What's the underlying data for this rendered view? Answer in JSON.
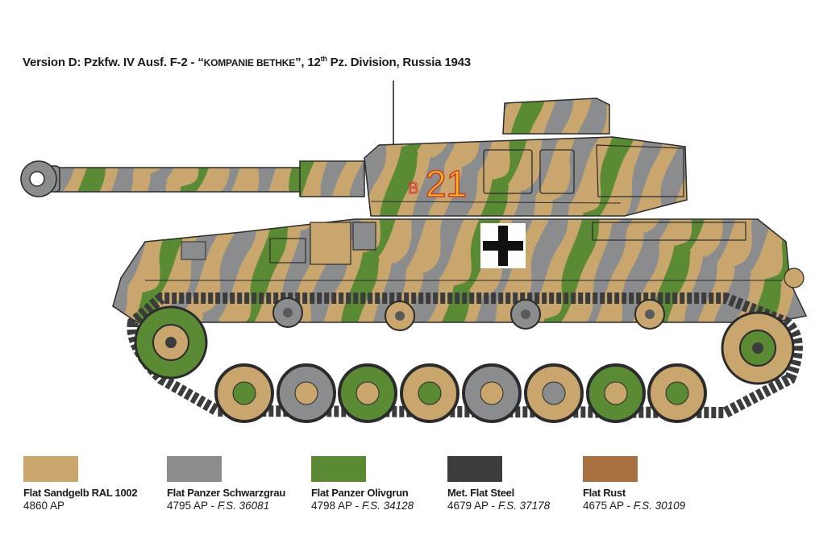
{
  "title": {
    "part1": "Version D: Pzkfw. IV Ausf. F-2 - “",
    "part2": "kompanie bethke",
    "part3": "”, 12",
    "sup": "th",
    "part4": " Pz. Division, Russia 1943"
  },
  "markings": {
    "turret_number": "21",
    "turret_prefix": "B"
  },
  "colors": [
    {
      "name": "Flat Sandgelb RAL  1002",
      "code": "4860 AP",
      "fs_prefix": "",
      "fs": "",
      "hex": "#c9a66e"
    },
    {
      "name": "Flat Panzer Schwarzgrau",
      "code": "4795 AP - ",
      "fs_prefix": "F.S.",
      "fs": " 36081",
      "hex": "#8a8c8e"
    },
    {
      "name": "Flat Panzer Olivgrun",
      "code": "4798 AP - ",
      "fs_prefix": "F.S.",
      "fs": " 34128",
      "hex": "#5a8a34"
    },
    {
      "name": "Met. Flat Steel",
      "code": "4679 AP - ",
      "fs_prefix": "F.S.",
      "fs": " 37178",
      "hex": "#3c3c3c"
    },
    {
      "name": "Flat  Rust",
      "code": "4675 AP - ",
      "fs_prefix": "F.S.",
      "fs": " 30109",
      "hex": "#a8713f"
    }
  ]
}
